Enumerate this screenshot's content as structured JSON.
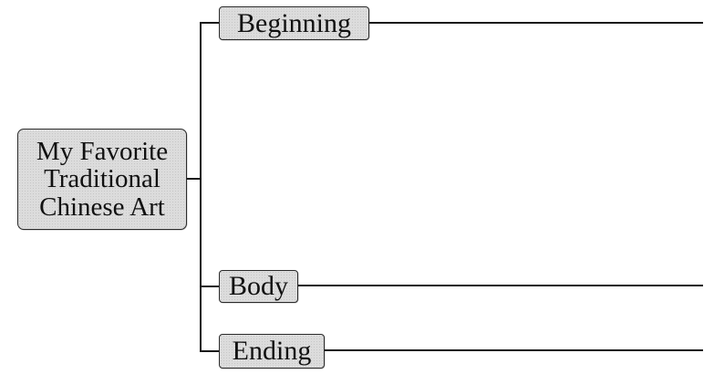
{
  "mind_map": {
    "root": {
      "lines": [
        "My Favorite",
        "Traditional",
        "Chinese Art"
      ]
    },
    "branches": [
      {
        "label": "Beginning"
      },
      {
        "label": "Body"
      },
      {
        "label": "Ending"
      }
    ]
  }
}
